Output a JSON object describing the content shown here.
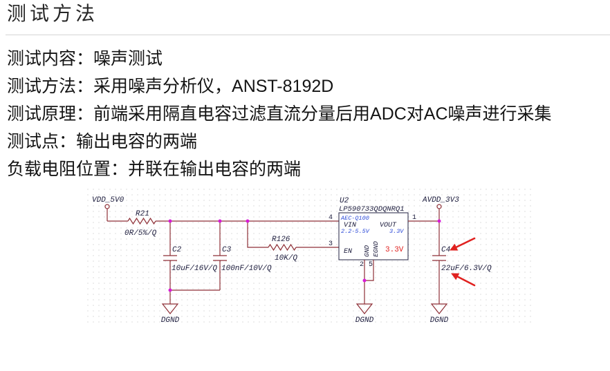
{
  "title": "测试方法",
  "items": [
    {
      "label": "测试内容：",
      "value": "噪声测试"
    },
    {
      "label": "测试方法：",
      "value": "采用噪声分析仪，ANST-8192D"
    },
    {
      "label": "测试原理：",
      "value": "前端采用隔直电容过滤直流分量后用ADC对AC噪声进行采集"
    },
    {
      "label": "测试点：",
      "value": "输出电容的两端"
    },
    {
      "label": "负载电阻位置：",
      "value": "并联在输出电容的两端"
    }
  ],
  "schematic": {
    "input_net": "VDD_5V0",
    "output_net": "AVDD_3V3",
    "ground_net": "DGND",
    "r21": {
      "ref": "R21",
      "value": "0R/5%/Q"
    },
    "c2": {
      "ref": "C2",
      "value": "10uF/16V/Q"
    },
    "c3": {
      "ref": "C3",
      "value": "100nF/10V/Q"
    },
    "r126": {
      "ref": "R126",
      "value": "10K/Q"
    },
    "c4": {
      "ref": "C4",
      "value": "22uF/6.3V/Q"
    },
    "u2": {
      "ref": "U2",
      "part": "LP590733QDQNRQ1",
      "grade": "AEC-Q100",
      "pin_vin": "VIN",
      "vin_range": "2.2-5.5V",
      "pin_vout": "VOUT",
      "vout_rating": "3.3V",
      "pin_en": "EN",
      "pin_gnd": "GND",
      "pin_egnd": "EGND",
      "output_voltage": "3.3V",
      "pin_numbers": {
        "vin": "4",
        "en": "3",
        "vout": "1",
        "gnd": "2",
        "egnd": "5"
      }
    },
    "colors": {
      "wire": "#8e2f36",
      "junction": "#d81bd8",
      "label": "#202040",
      "annotation": "#2d4bd8",
      "highlight": "#e0211f",
      "arrow": "#e0211f"
    }
  }
}
